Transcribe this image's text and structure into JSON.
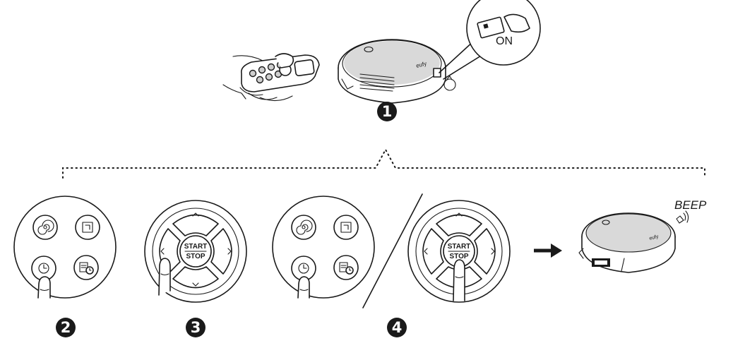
{
  "switch_label": "ON",
  "beep_label": "BEEP",
  "start_stop": {
    "top": "START",
    "bottom": "STOP"
  },
  "steps": {
    "s1": "1",
    "s2": "2",
    "s3": "3",
    "s4": "4"
  },
  "icons": {
    "spot": "spiral-icon",
    "edge": "square-edge-icon",
    "clock": "clock-icon",
    "schedule": "schedule-icon",
    "up": "chevron-up-icon",
    "down": "chevron-down-icon",
    "left": "chevron-left-icon",
    "right": "chevron-right-icon"
  },
  "colors": {
    "ink": "#1a1a1a",
    "robot_fill": "#d9d9d9",
    "paper": "#ffffff"
  }
}
